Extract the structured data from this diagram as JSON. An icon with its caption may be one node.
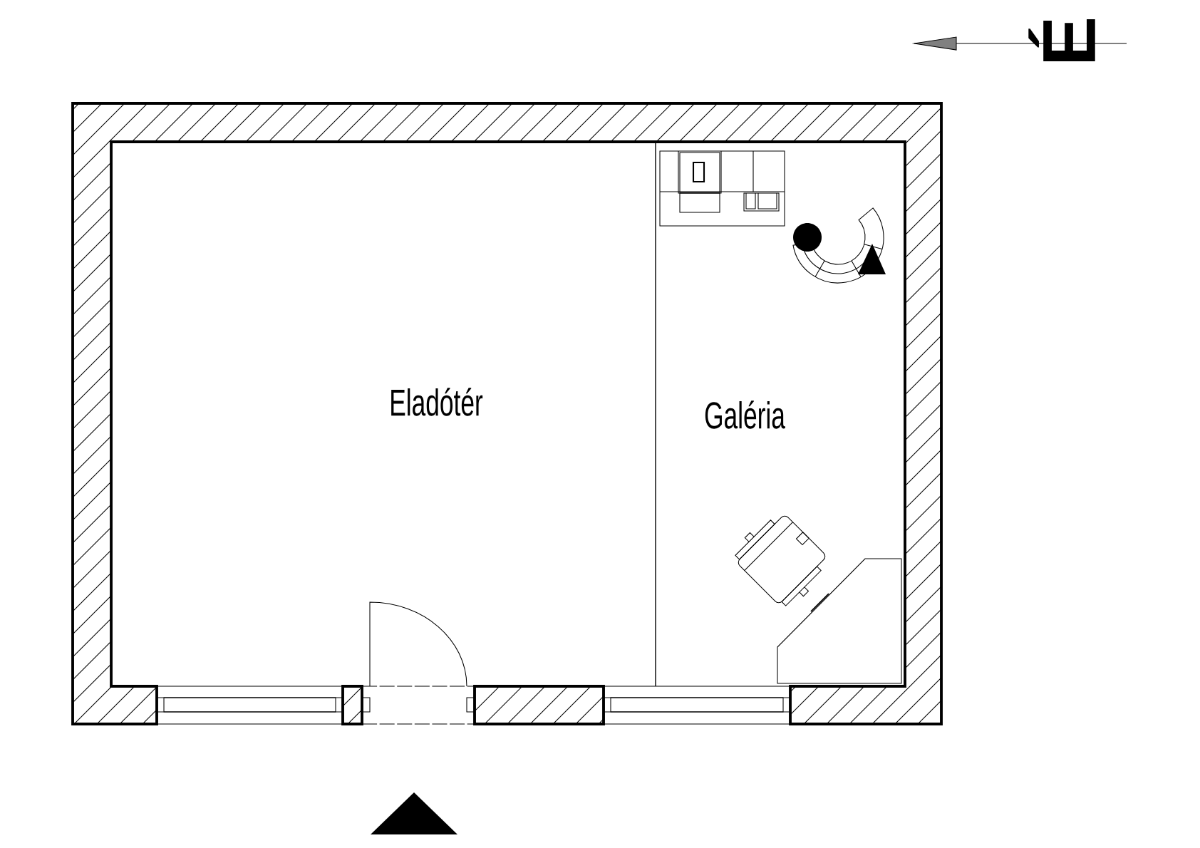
{
  "diagram": {
    "labels": [
      "É",
      "Eladótér",
      "Galéria"
    ]
  }
}
